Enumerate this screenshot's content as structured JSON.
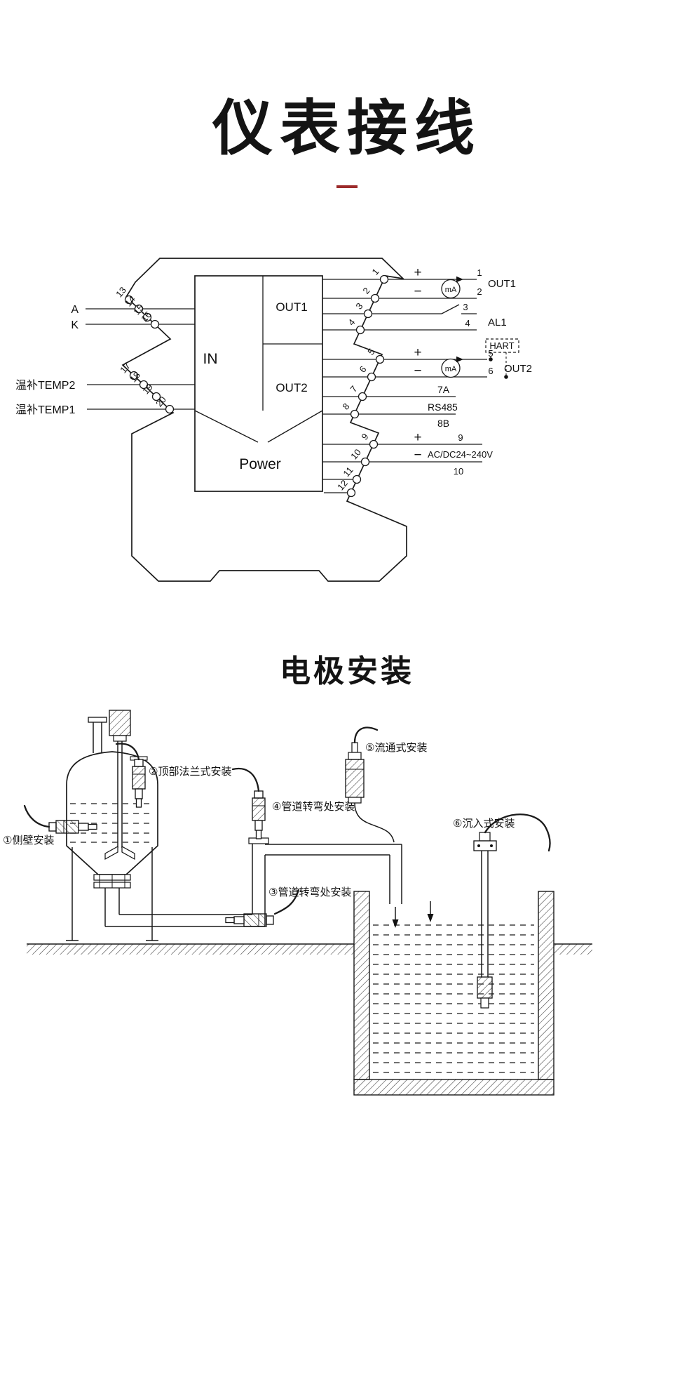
{
  "page": {
    "title_wiring": "仪表接线",
    "title_install": "电极安装",
    "accent_color": "#9c2b2b"
  },
  "wiring": {
    "module": {
      "in_label": "IN",
      "out1_label": "OUT1",
      "out2_label": "OUT2",
      "power_label": "Power"
    },
    "left": {
      "input_a": "A",
      "input_k": "K",
      "temp2": "温补TEMP2",
      "temp1": "温补TEMP1",
      "terminals": [
        "13",
        "14",
        "15",
        "16",
        "17",
        "18",
        "19",
        "20"
      ]
    },
    "right": {
      "terminals": [
        "1",
        "2",
        "3",
        "4",
        "5",
        "6",
        "7",
        "8",
        "9",
        "10",
        "11",
        "12"
      ],
      "plus": "+",
      "minus": "−",
      "ma": "mA",
      "out1": "OUT1",
      "al1": "AL1",
      "hart": "HART",
      "out2": "OUT2",
      "n1": "1",
      "n2": "2",
      "n3": "3",
      "n4": "4",
      "n5": "5",
      "n6": "6",
      "n9": "9",
      "n10": "10",
      "t7a": "7A",
      "rs485": "RS485",
      "t8b": "8B",
      "power_supply": "AC/DC24~240V"
    }
  },
  "install": {
    "labels": {
      "l1": "①侧壁安装",
      "l2": "②顶部法兰式安装",
      "l3": "③管道转弯处安装",
      "l4": "④管道转弯处安装",
      "l5": "⑤流通式安装",
      "l6": "⑥沉入式安装"
    }
  }
}
